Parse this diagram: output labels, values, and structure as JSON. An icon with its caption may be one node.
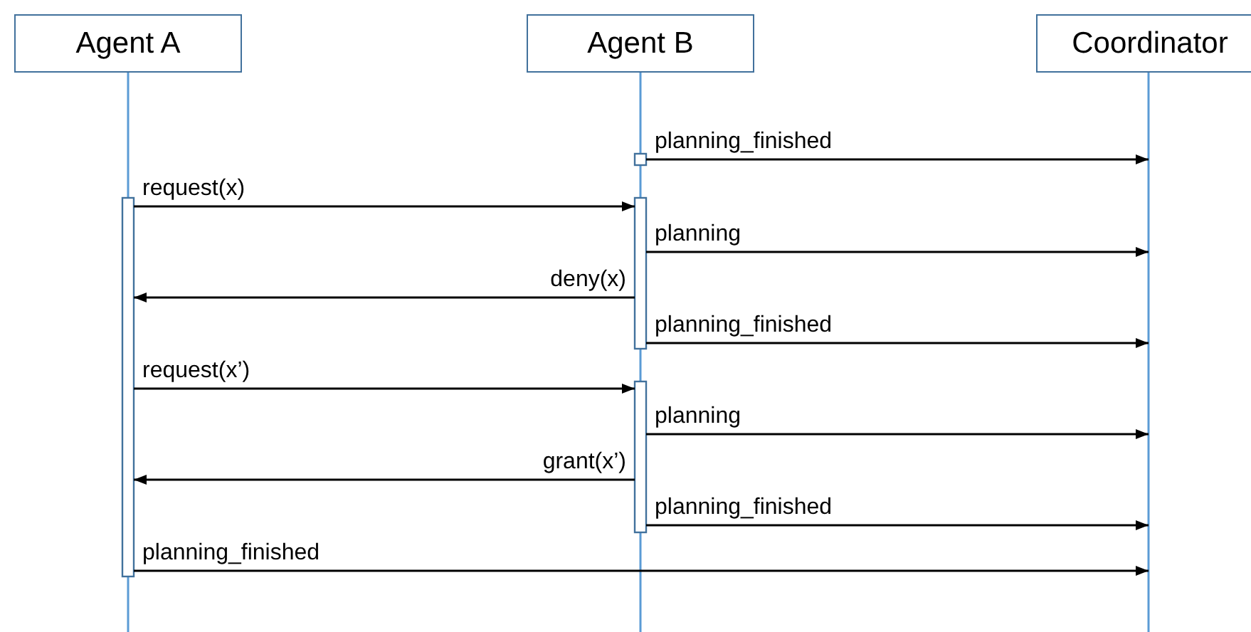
{
  "diagram": {
    "nodes": [
      {
        "text": [
          "Agent A"
        ]
      },
      {
        "text": [
          "Agent B"
        ]
      },
      {
        "text": [
          "Coordinator"
        ]
      }
    ],
    "edges": [
      {
        "from": 1,
        "to": 2,
        "arrow": "to",
        "label": "planning_finished"
      },
      {
        "from": 0,
        "to": 1,
        "arrow": "to",
        "label": "request(x)"
      },
      {
        "from": 1,
        "to": 2,
        "arrow": "to",
        "label": "planning"
      },
      {
        "from": 1,
        "to": 0,
        "arrow": "to",
        "label": "deny(x)"
      },
      {
        "from": 1,
        "to": 2,
        "arrow": "to",
        "label": "planning_finished"
      },
      {
        "from": 0,
        "to": 1,
        "arrow": "to",
        "label": "request(x’)"
      },
      {
        "from": 1,
        "to": 2,
        "arrow": "to",
        "label": "planning"
      },
      {
        "from": 1,
        "to": 0,
        "arrow": "to",
        "label": "grant(x’)"
      },
      {
        "from": 1,
        "to": 2,
        "arrow": "to",
        "label": "planning_finished"
      },
      {
        "from": 0,
        "to": 2,
        "arrow": "to",
        "label": "planning_finished"
      }
    ]
  }
}
